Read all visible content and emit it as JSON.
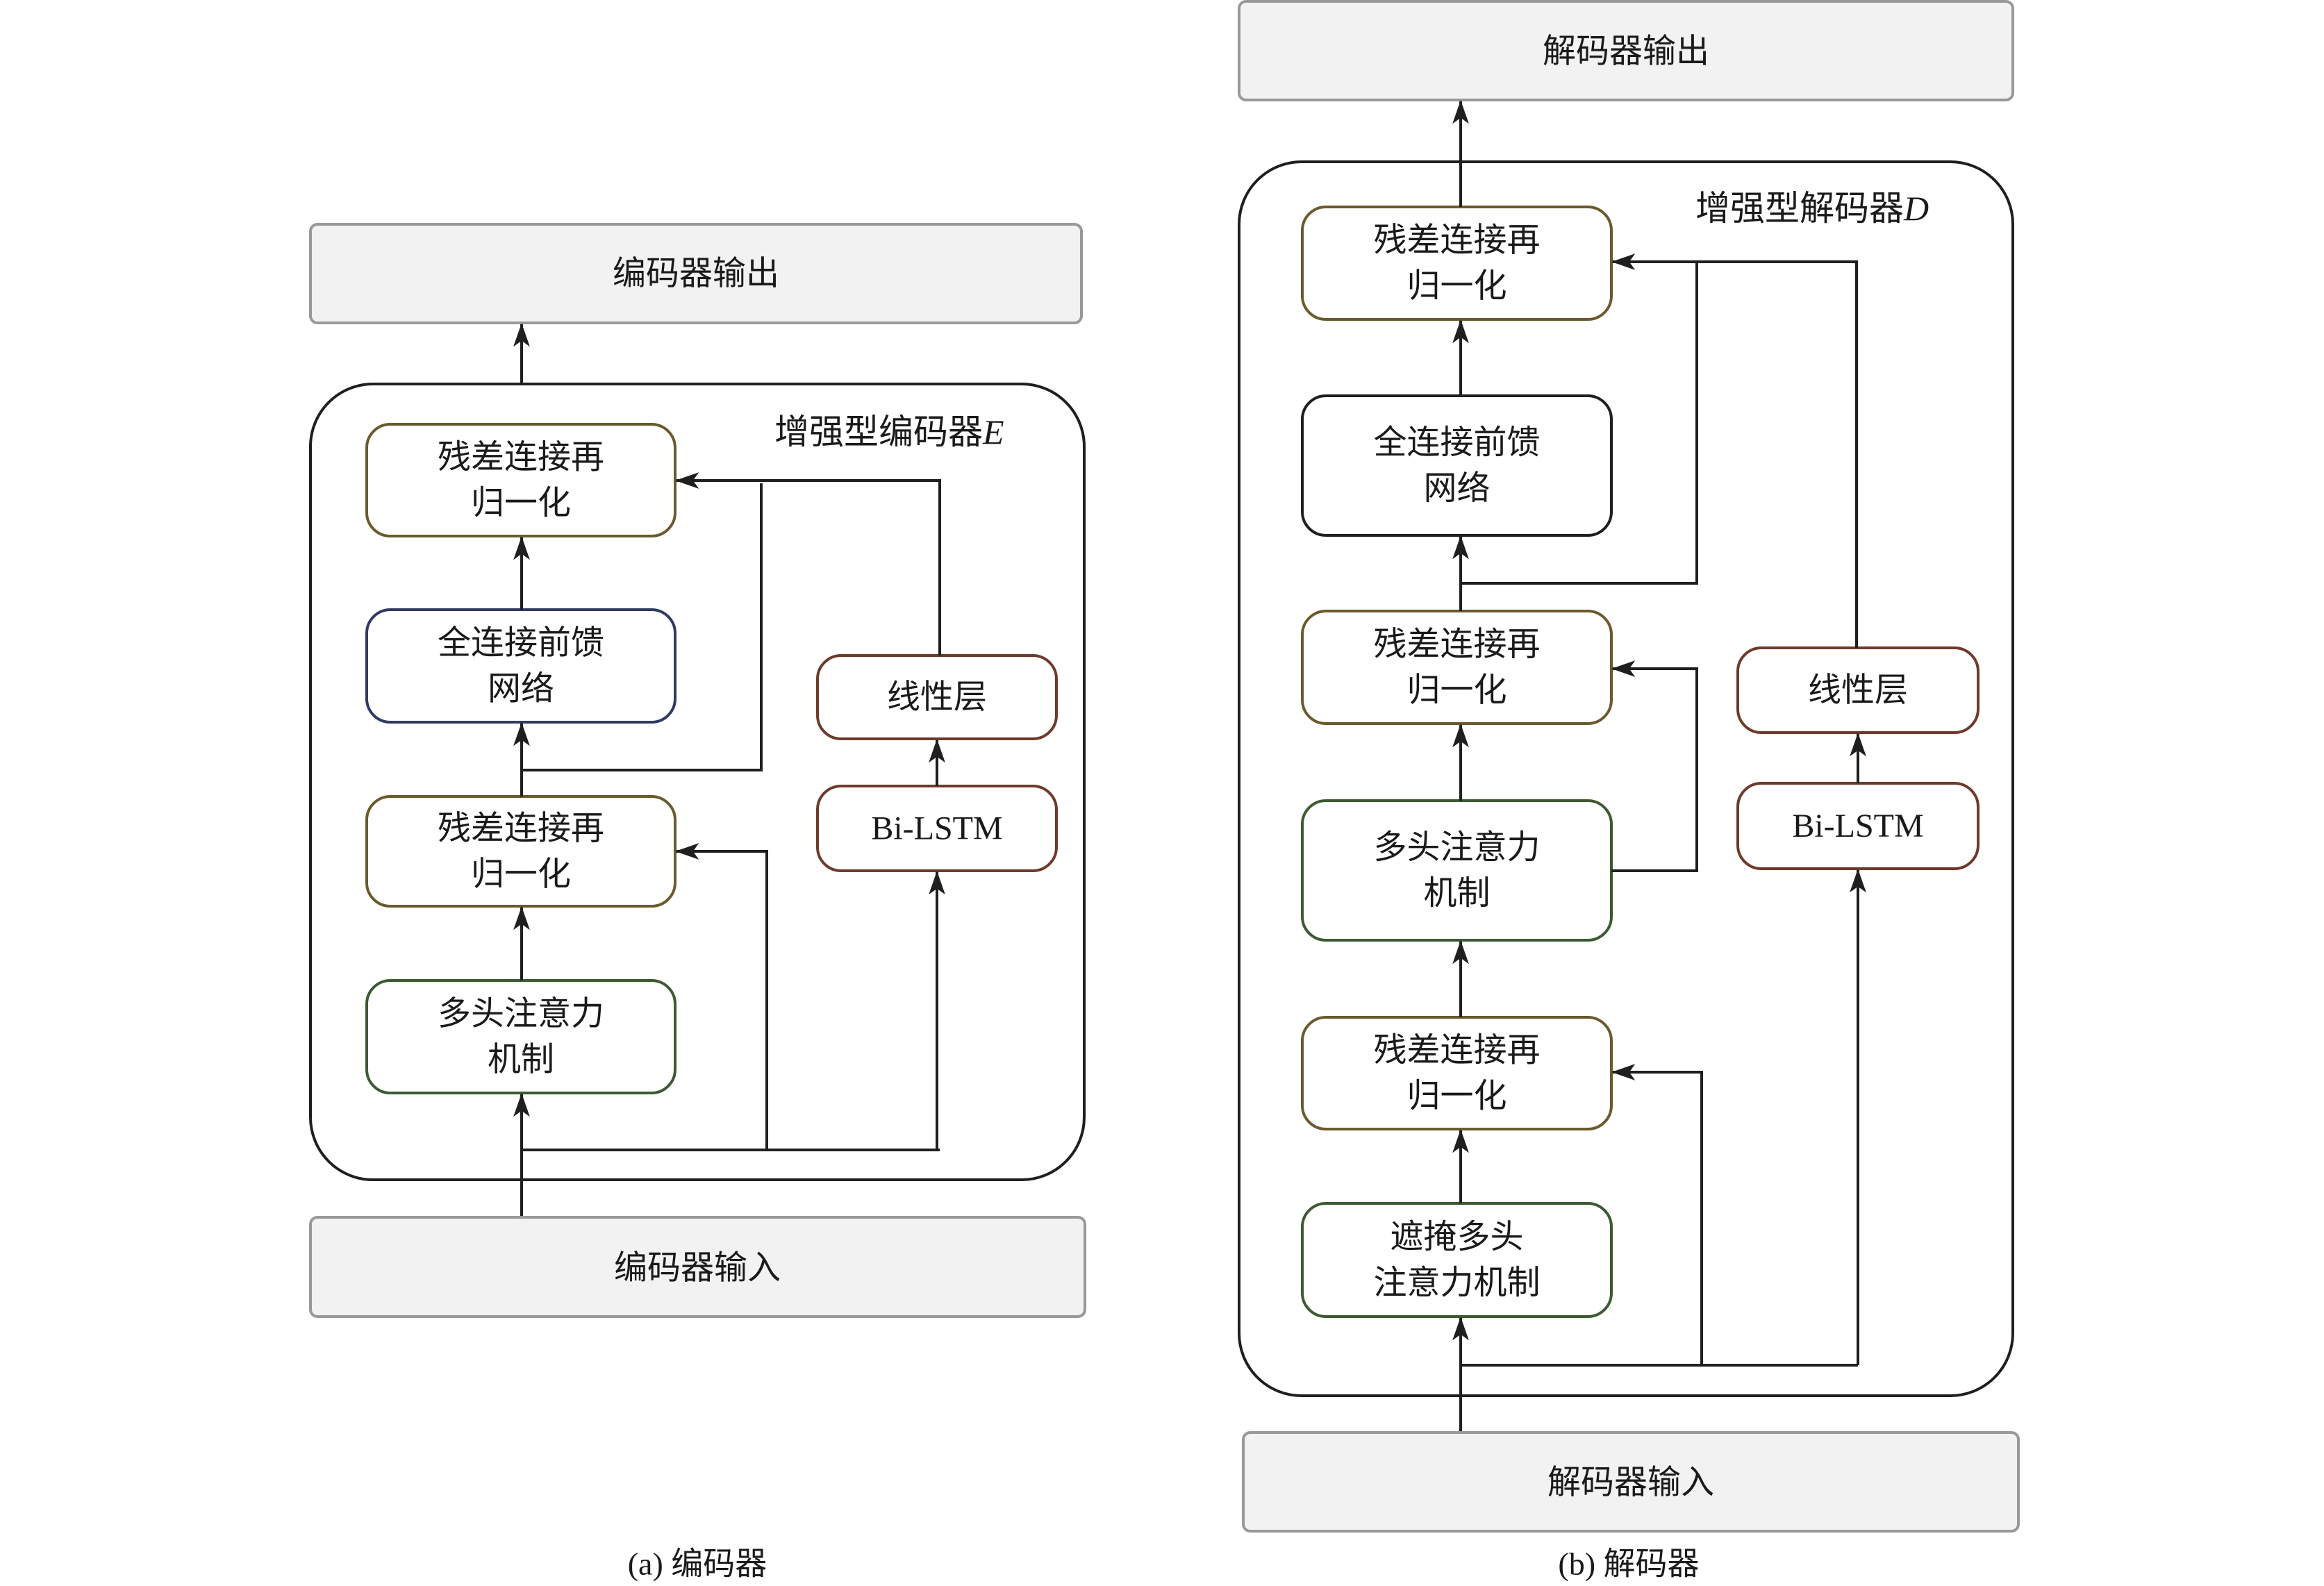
{
  "colors": {
    "residual": "#6b5a2e",
    "ffn_encoder": "#2f3b63",
    "ffn_decoder": "#1f1f1f",
    "attention": "#3d5a32",
    "lstm": "#6e3a2a",
    "io_fill": "#f2f2f2",
    "io_stroke": "#999999",
    "line": "#1f1f1f"
  },
  "encoder": {
    "output_label": "编码器输出",
    "input_label": "编码器输入",
    "container_title": "增强型编码器",
    "container_title_var": "E",
    "caption": "(a) 编码器",
    "blocks": {
      "residual_top": [
        "残差连接再",
        "归一化"
      ],
      "ffn": [
        "全连接前馈",
        "网络"
      ],
      "residual_mid": [
        "残差连接再",
        "归一化"
      ],
      "attention": [
        "多头注意力",
        "机制"
      ],
      "linear": [
        "线性层"
      ],
      "bilstm": [
        "Bi-LSTM"
      ]
    }
  },
  "decoder": {
    "output_label": "解码器输出",
    "input_label": "解码器输入",
    "container_title": "增强型解码器",
    "container_title_var": "D",
    "caption": "(b) 解码器",
    "blocks": {
      "residual_top": [
        "残差连接再",
        "归一化"
      ],
      "ffn": [
        "全连接前馈",
        "网络"
      ],
      "residual_mid": [
        "残差连接再",
        "归一化"
      ],
      "attention": [
        "多头注意力",
        "机制"
      ],
      "residual_bot": [
        "残差连接再",
        "归一化"
      ],
      "masked_attention": [
        "遮掩多头",
        "注意力机制"
      ],
      "linear": [
        "线性层"
      ],
      "bilstm": [
        "Bi-LSTM"
      ]
    }
  }
}
